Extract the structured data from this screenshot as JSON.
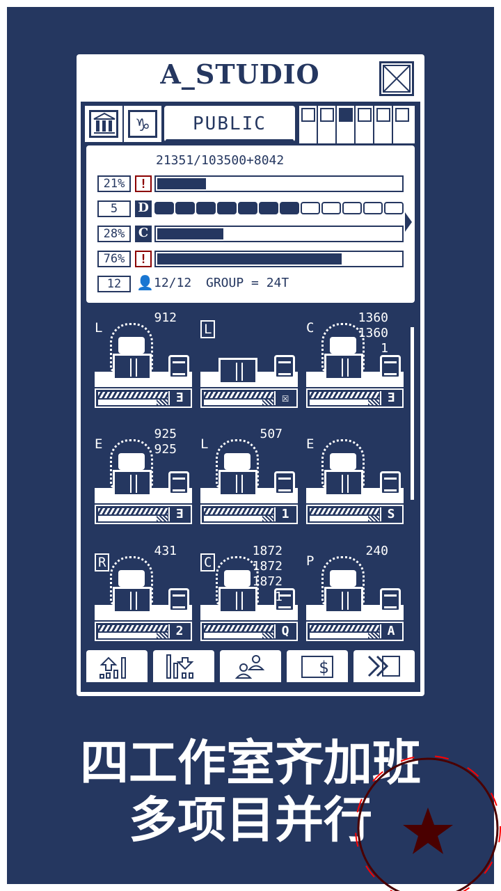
{
  "header": {
    "title": "A_STUDIO",
    "close_icon": "close-box-icon"
  },
  "tabs": {
    "bank_icon": "bank-icon",
    "sign_icon": "capricorn-icon",
    "public_label": "PUBLIC",
    "mini_icons": [
      "wall-icon",
      "columns-icon",
      "pillars-icon",
      "house-icon",
      "beam-icon",
      "grid-icon"
    ]
  },
  "stats": {
    "funds": "21351/103500+8042",
    "rows": [
      {
        "value": "21%",
        "flag": "!",
        "flag_color": "#8b0000",
        "fill": 21
      },
      {
        "value": "5",
        "flag": "D",
        "filled_segments": 7,
        "total_segments": 12
      },
      {
        "value": "28%",
        "flag": "C",
        "fill": 28
      },
      {
        "value": "76%",
        "flag": "!",
        "flag_color": "#8b0000",
        "fill": 76
      }
    ],
    "staff_count": "12",
    "staff_ratio": "12/12",
    "group": "GROUP = 24T"
  },
  "studios": [
    {
      "label": "L",
      "boxed": false,
      "numbers": [
        "912"
      ],
      "badge": "Ǝ",
      "occupied": true
    },
    {
      "label": "L",
      "boxed": true,
      "numbers": [],
      "badge": "☒",
      "occupied": false
    },
    {
      "label": "C",
      "boxed": false,
      "numbers": [
        "1360",
        "1360",
        "1"
      ],
      "badge": "Ǝ",
      "occupied": true
    },
    {
      "label": "E",
      "boxed": false,
      "numbers": [
        "925",
        "925"
      ],
      "badge": "Ǝ",
      "occupied": true
    },
    {
      "label": "L",
      "boxed": false,
      "numbers": [
        "507"
      ],
      "badge": "1",
      "occupied": true
    },
    {
      "label": "E",
      "boxed": false,
      "numbers": [],
      "badge": "S",
      "occupied": true
    },
    {
      "label": "R",
      "boxed": true,
      "numbers": [
        "431"
      ],
      "badge": "2",
      "occupied": true
    },
    {
      "label": "C",
      "boxed": true,
      "numbers": [
        "1872",
        "1872",
        "1872",
        "1"
      ],
      "badge": "Q",
      "occupied": true
    },
    {
      "label": "P",
      "boxed": false,
      "numbers": [
        "240"
      ],
      "badge": "A",
      "occupied": true
    }
  ],
  "toolbar": [
    "upgrade-chart-icon",
    "downgrade-chart-icon",
    "staff-swap-icon",
    "money-icon",
    "fast-forward-icon"
  ],
  "caption": {
    "line1": "四工作室齐加班",
    "line2": "多项目并行"
  },
  "colors": {
    "navy": "#253760",
    "white": "#ffffff",
    "alert": "#8b0000",
    "stamp": "#4a0000"
  }
}
